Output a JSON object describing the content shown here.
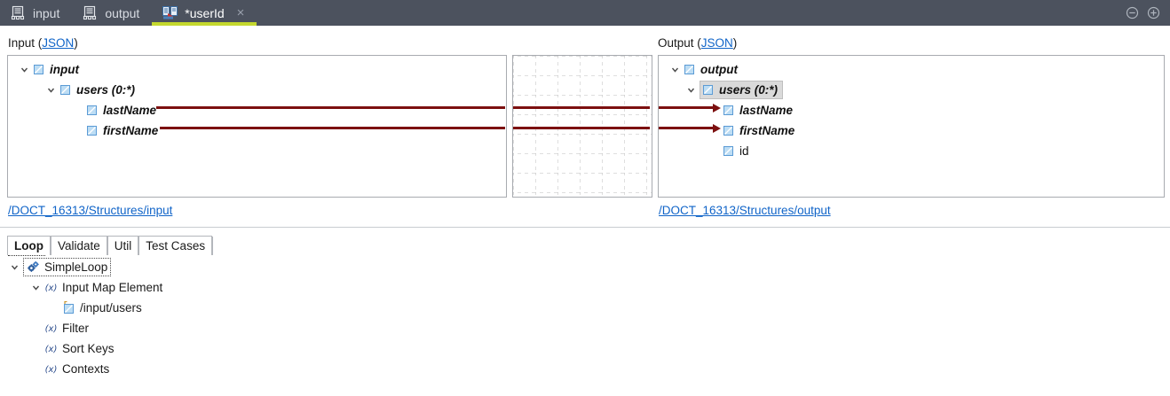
{
  "window": {
    "tabs": [
      {
        "label": "input",
        "icon": "structure-icon",
        "active": false,
        "closable": false
      },
      {
        "label": "output",
        "icon": "structure-icon",
        "active": false,
        "closable": false
      },
      {
        "label": "*userId",
        "icon": "mapping-icon",
        "active": true,
        "closable": true
      }
    ],
    "close_glyph": "×",
    "controls": [
      {
        "name": "minimize-button",
        "glyph": "⊖"
      },
      {
        "name": "maximize-button",
        "glyph": "⊕"
      }
    ],
    "accent_color": "#c4d82e",
    "titlebar_color": "#4c525e"
  },
  "input_panel": {
    "heading_prefix": "Input (",
    "heading_link": "JSON",
    "heading_suffix": ")",
    "path_link": "/DOCT_16313/Structures/input",
    "tree": [
      {
        "label": "input",
        "depth": 0,
        "expanded": true,
        "mapped": true,
        "selected": false
      },
      {
        "label": "users (0:*)",
        "depth": 1,
        "expanded": true,
        "mapped": true,
        "selected": false
      },
      {
        "label": "lastName",
        "depth": 2,
        "expanded": null,
        "mapped": true,
        "selected": false
      },
      {
        "label": "firstName",
        "depth": 2,
        "expanded": null,
        "mapped": true,
        "selected": false
      }
    ]
  },
  "output_panel": {
    "heading_prefix": "Output (",
    "heading_link": "JSON",
    "heading_suffix": ")",
    "path_link": "/DOCT_16313/Structures/output",
    "tree": [
      {
        "label": "output",
        "depth": 0,
        "expanded": true,
        "mapped": true,
        "selected": false
      },
      {
        "label": "users (0:*)",
        "depth": 1,
        "expanded": true,
        "mapped": true,
        "selected": true
      },
      {
        "label": "lastName",
        "depth": 2,
        "expanded": null,
        "mapped": true,
        "selected": false
      },
      {
        "label": "firstName",
        "depth": 2,
        "expanded": null,
        "mapped": true,
        "selected": false
      },
      {
        "label": "id",
        "depth": 2,
        "expanded": null,
        "mapped": false,
        "selected": false
      }
    ]
  },
  "mapping": {
    "wire_color": "#7c1010",
    "links": [
      {
        "from": "lastName",
        "to": "lastName"
      },
      {
        "from": "firstName",
        "to": "firstName"
      }
    ],
    "grid_color": "#bdbdbd"
  },
  "bottom_tabs": [
    {
      "label": "Loop",
      "active": true
    },
    {
      "label": "Validate",
      "active": false
    },
    {
      "label": "Util",
      "active": false
    },
    {
      "label": "Test Cases",
      "active": false
    }
  ],
  "loop_tree": [
    {
      "label": "SimpleLoop",
      "depth": 0,
      "icon": "gears-icon",
      "expanded": true,
      "focused": true
    },
    {
      "label": "Input Map Element",
      "depth": 1,
      "icon": "fx-icon",
      "expanded": true,
      "focused": false
    },
    {
      "label": "/input/users",
      "depth": 2,
      "icon": "element-ref-icon",
      "expanded": null,
      "focused": false
    },
    {
      "label": "Filter",
      "depth": 1,
      "icon": "fx-icon",
      "expanded": null,
      "focused": false
    },
    {
      "label": "Sort Keys",
      "depth": 1,
      "icon": "fx-icon",
      "expanded": null,
      "focused": false
    },
    {
      "label": "Contexts",
      "depth": 1,
      "icon": "fx-icon",
      "expanded": null,
      "focused": false
    }
  ]
}
